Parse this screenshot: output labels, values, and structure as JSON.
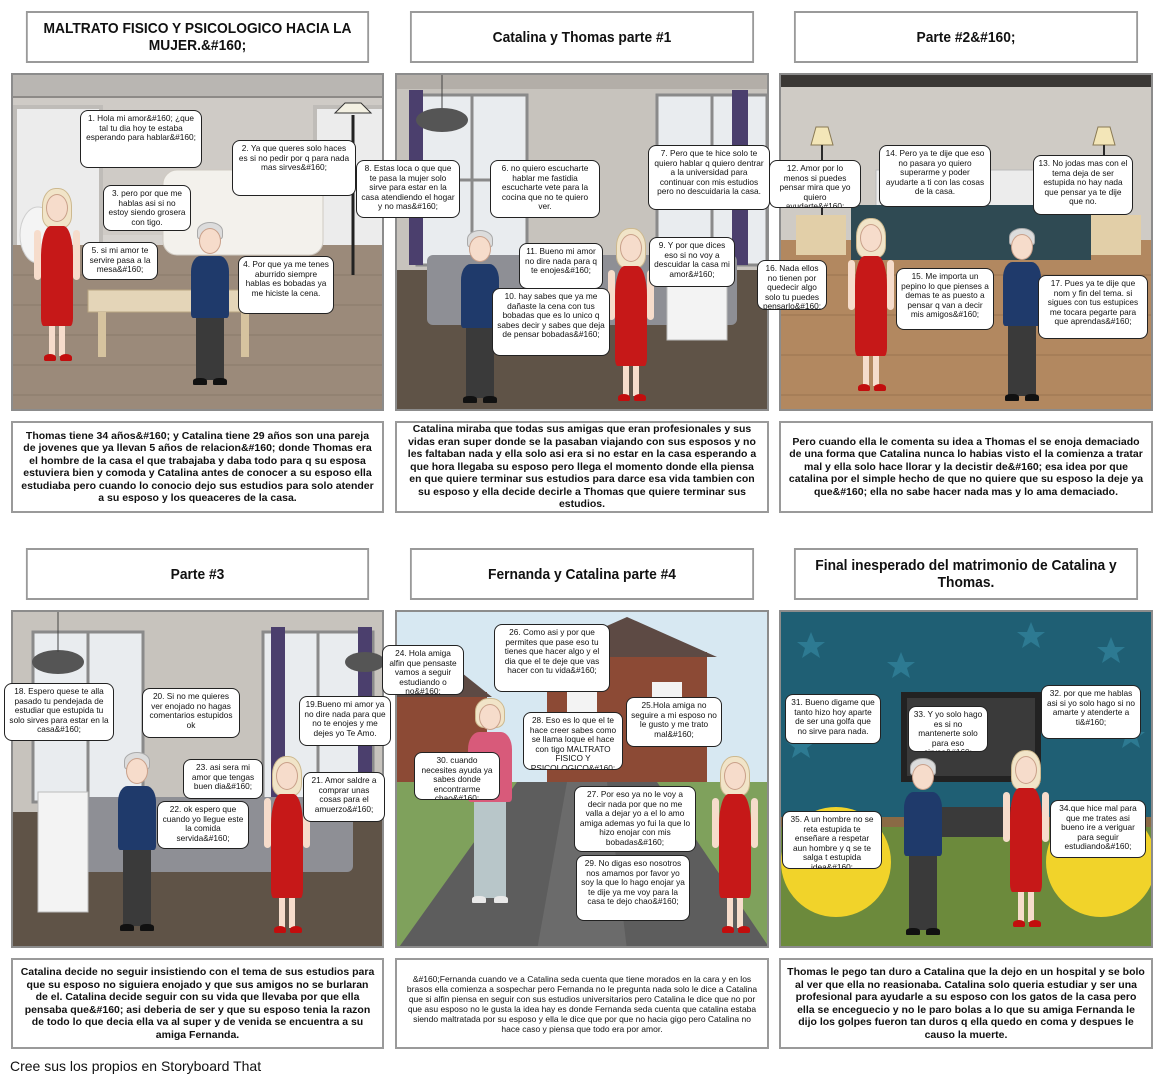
{
  "titles": [
    "MALTRATO FISICO Y PSICOLOGICO HACIA LA MUJER.&#160;",
    "Catalina y Thomas parte #1",
    "Parte #2&#160;",
    "Parte #3",
    "Fernanda y Catalina parte #4",
    "Final inesperado del matrimonio de Catalina y Thomas."
  ],
  "captions": [
    "Thomas tiene 34 años&#160; y Catalina tiene 29 años son una pareja de jovenes que ya llevan 5 años de relacion&#160; donde Thomas era el hombre de la casa el que trabajaba y daba todo para q su esposa estuviera bien y comoda y Catalina antes de conocer a su esposo ella estudiaba pero cuando lo conocio dejo sus estudios para solo atender a su esposo y los queaceres de la casa.",
    "Catalina miraba que todas sus amigas que eran profesionales y sus vidas eran super donde se la pasaban viajando con sus esposos y no les faltaban nada y ella solo asi era si no estar en la casa esperando a que hora llegaba su esposo pero llega el momento donde ella piensa en que quiere terminar sus estudios para darce esa vida tambien con su esposo y ella decide decirle a Thomas que quiere terminar sus estudios.",
    "Pero cuando ella le comenta su idea a Thomas el se enoja demaciado de una forma que Catalina nunca lo habias visto el la comienza a tratar mal y ella solo hace llorar y la decistir de&#160; esa idea por que catalina por el simple hecho de que no quiere que su esposo la deje ya que&#160; ella no sabe hacer nada mas y lo ama demaciado.",
    "Catalina decide no seguir insistiendo con el tema de sus estudios para que su esposo no siguiera enojado y que sus amigos no se burlaran de el. Catalina decide seguir con su vida que llevaba por que ella pensaba que&#160; asi deberia de ser y que su esposo tenia la razon de todo lo que decia ella va al super y de venida se encuentra a su amiga Fernanda.",
    "&#160;Fernanda cuando ve a Catalina seda cuenta que tiene morados en la cara y en los brasos ella comienza a sospechar pero Fernanda no le pregunta nada solo le dice a Catalina que si alfin piensa en seguir con sus estudios universitarios pero Catalina le dice que no por que asu esposo no le gusta la idea hay es donde Fernanda seda cuenta que catalina estaba siendo maltratada por su esposo y ella le dice que por que no hacia gigo pero Catalina no hace caso y piensa que todo era por amor.",
    "Thomas le pego tan duro a Catalina que la dejo en un hospital y se bolo al ver que ella no reasionaba. Catalina solo queria estudiar y ser una profesional para ayudarle a su esposo con los gatos de la casa pero ella se enceguecio y no le paro bolas a lo que su amiga Fernanda le dijo los golpes fueron tan duros q ella quedo en coma y despues le causo la muerte."
  ],
  "panel1": {
    "b1": "1. Hola mi amor&#160; ¿que tal tu dia hoy te estaba esperando para hablar&#160;",
    "b2": "2. Ya que queres solo haces es si no pedir por q para nada mas sirves&#160;",
    "b3": "3. pero por que me hablas asi si no estoy siendo grosera con tigo.",
    "b4": "4. Por que ya me tenes aburrido siempre hablas es bobadas ya me hiciste la cena.",
    "b5": "5. si mi amor te servire pasa a la mesa&#160;"
  },
  "panel2": {
    "b6": "6. no quiero escucharte hablar me fastidia escucharte vete para la cocina que no te quiero ver.",
    "b7": "7. Pero que te hice solo te quiero hablar q quiero dentrar a la universidad para continuar con mis estudios pero no descuidaria la casa.",
    "b8": "8. Estas loca o que que te pasa la mujer solo sirve para estar en la casa atendiendo el hogar y no mas&#160;",
    "b9": "9. Y por que dices eso si no voy a descuidar la casa mi amor&#160;",
    "b10": "10. hay sabes que ya me dañaste la cena con tus bobadas que es lo unico q sabes decir y sabes que deja de pensar bobadas&#160;",
    "b11": "11. Bueno mi amor no dire nada para q te enojes&#160;"
  },
  "panel3": {
    "b12": "12. Amor por lo menos si puedes pensar mira que yo quiero ayudarte&#160;",
    "b13": "13. No jodas mas con el tema deja de ser estupida no hay nada que pensar ya te dije que no.",
    "b14": "14. Pero ya te dije que eso no pasara yo quiero superarme y poder ayudarte a ti con las cosas de la casa.",
    "b15": "15. Me importa un pepino lo que pienses a demas te as puesto a pensar q van a decir mis amigos&#160;",
    "b16": "16. Nada ellos no tienen por quedecir algo solo tu puedes pensarlo&#160;",
    "b17": "17. Pues ya te dije que nom y fin del tema. si sigues con tus estupices me tocara pegarte para que aprendas&#160;"
  },
  "panel4": {
    "b18": "18. Espero quese te alla pasado tu pendejada de estudiar que estupida tu solo sirves para estar en la casa&#160;",
    "b19": "19.Bueno mi amor ya no dire nada para que no te enojes y me dejes yo Te Amo.",
    "b20": "20. Si no me quieres ver enojado no hagas comentarios estupidos ok",
    "b21": "21. Amor saldre a comprar unas cosas para el amuerzo&#160;",
    "b22": "22. ok espero que cuando yo llegue este la comida servida&#160;",
    "b23": "23. asi sera mi amor que tengas buen dia&#160;"
  },
  "panel5": {
    "b24": "24. Hola amiga alfin que pensaste vamos a seguir estudiando o no&#160;",
    "b25": "25.Hola amiga no seguire a mi esposo no le gusto y me trato mal&#160;",
    "b26": "26. Como asi y por que permites que pase eso tu tienes que hacer algo y el dia que el te deje que vas hacer con tu vida&#160;",
    "b27": "27. Por eso ya no le voy a decir nada por que no me valla a dejar yo a el lo amo amiga ademas yo fui la que lo hizo enojar con mis bobadas&#160;",
    "b28": "28. Eso es lo que el te hace creer sabes como se llama loque el hace con tigo MALTRATO FISICO Y PSICOLOGICO&#160;",
    "b29": "29. No digas eso nosotros nos amamos por favor yo soy la que lo hago enojar ya te dije ya me voy para la casa te dejo chao&#160;",
    "b30": "30. cuando necesites ayuda ya sabes donde encontrarme chao&#160;"
  },
  "panel6": {
    "b31": "31. Bueno digame que tanto hizo hoy aparte de ser una golfa que no sirve para nada.",
    "b32": "32. por que me hablas asi si yo solo hago si no amarte y atenderte a ti&#160;",
    "b33": "33. Y yo solo hago es si no mantenerte solo para eso sirves&#160;",
    "b34": "34.que hice mal para que me trates asi bueno ire a veriguar para seguir estudiando&#160;",
    "b35": "35. A un hombre no se reta estupida te enseñare a respetar aun hombre y q se te salga t estupida idea&#160;"
  },
  "footer": "Cree sus los propios en Storyboard That",
  "colors": {
    "border": "#9a9a9a",
    "dress": "#c61818",
    "shirt": "#1f3a6b",
    "scene_bg_6": "#1f5f74"
  }
}
